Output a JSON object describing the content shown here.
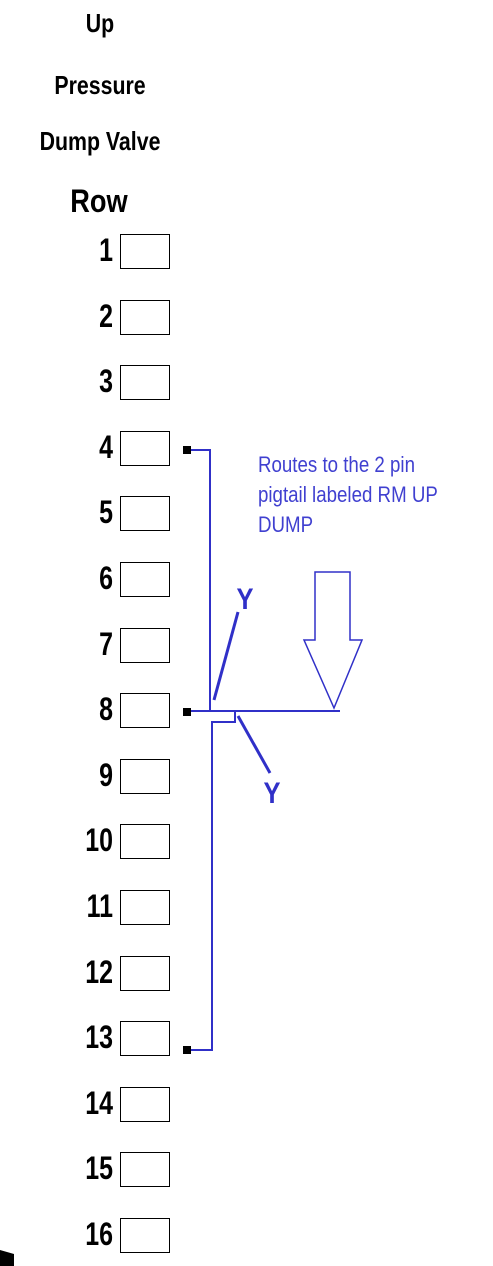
{
  "title": [
    "Up",
    "Pressure",
    "Dump Valve"
  ],
  "row_header": "Row",
  "rows": [
    "1",
    "2",
    "3",
    "4",
    "5",
    "6",
    "7",
    "8",
    "9",
    "10",
    "11",
    "12",
    "13",
    "14",
    "15",
    "16"
  ],
  "connected_rows": [
    "4",
    "8",
    "13"
  ],
  "route_note": "Routes to the 2 pin pigtail labeled RM UP DUMP",
  "wire_labels": [
    "Y",
    "Y"
  ],
  "colors": {
    "wire": "#3030c8",
    "note": "#4040d0",
    "text": "#000000"
  }
}
